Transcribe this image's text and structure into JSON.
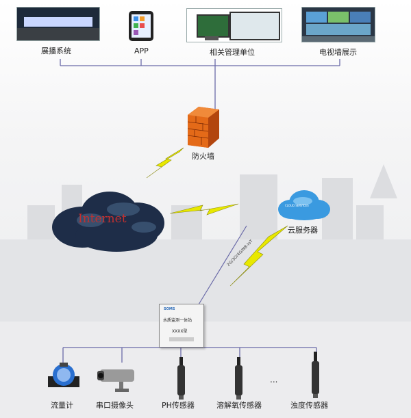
{
  "top_nodes": {
    "broadcast": "展播系统",
    "app": "APP",
    "management": "相关管理单位",
    "video_wall": "电视墙展示"
  },
  "firewall": {
    "label": "防火墙"
  },
  "internet": {
    "label": "Internet"
  },
  "cloud": {
    "label": "云服务器",
    "logo_text": "CLOUD SERVICES"
  },
  "link_label": "2G/3G/4G/NB-IoT",
  "station": {
    "title": "水质监测一体站",
    "model": "XXXX型",
    "brand": "SOMS"
  },
  "devices": {
    "flowmeter": "流量计",
    "camera": "串口摄像头",
    "ph": "PH传感器",
    "oxygen": "溶解氧传感器",
    "ellipsis": "...",
    "turbidity": "浊度传感器"
  },
  "colors": {
    "bus_line": "#6a6aa8",
    "lightning": "#e8e800",
    "firewall_brick": "#e46a18",
    "internet_text": "#c03030",
    "cloud_blue": "#3a9ae0"
  }
}
